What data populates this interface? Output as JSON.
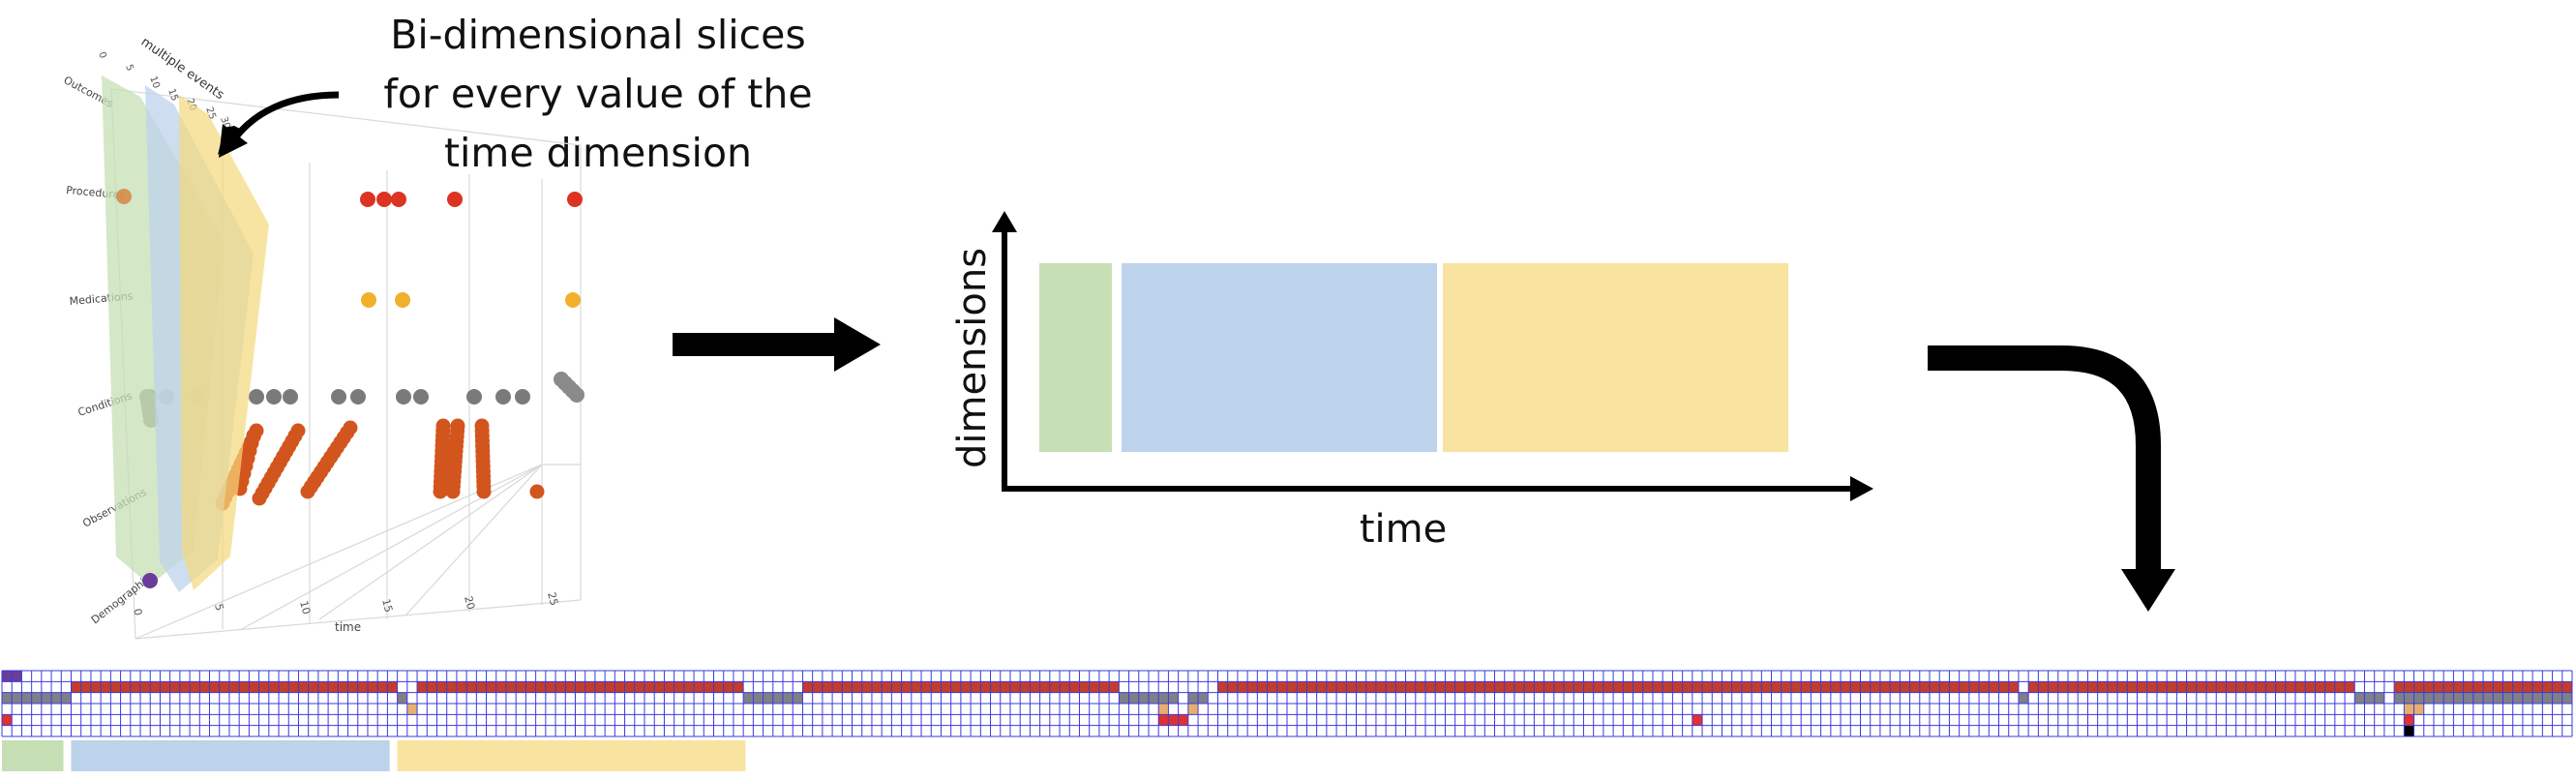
{
  "caption": {
    "lines": [
      "Bi-dimensional slices",
      "for every value of the",
      "time dimension"
    ]
  },
  "plot3d": {
    "title": "multiple events",
    "row_labels": [
      "Outcomes",
      "Procedures",
      "Medications",
      "Conditions",
      "Observations",
      "Demographics"
    ],
    "top_ticks": [
      "0",
      "5",
      "10",
      "15",
      "20",
      "25",
      "30"
    ],
    "bottom_ticks": [
      "0",
      "5",
      "10",
      "15",
      "20",
      "25"
    ],
    "x_axis_title": "time"
  },
  "schematic": {
    "y_label": "dimensions",
    "x_label": "time",
    "blocks": [
      {
        "name": "green",
        "color": "#c6dfb4"
      },
      {
        "name": "blue",
        "color": "#bdd3eb"
      },
      {
        "name": "yellow",
        "color": "#f9e3a0"
      }
    ]
  },
  "matrix": {
    "columns": 260,
    "rows": 6,
    "line_color": "#3b3bdd",
    "category_colors": {
      "demographics": "#6a3d9a",
      "procedure": "#c43c2c",
      "condition": "#7f7f88",
      "medication": "#e7b06a",
      "outcome": "#e03030"
    },
    "row_categories": [
      "demographics",
      "procedure",
      "condition",
      "medication",
      "outcome",
      "empty"
    ],
    "segments": [
      {
        "row": 0,
        "start": 0,
        "end": 1
      },
      {
        "row": 1,
        "start": 7,
        "end": 39
      },
      {
        "row": 1,
        "start": 42,
        "end": 74
      },
      {
        "row": 1,
        "start": 81,
        "end": 112
      },
      {
        "row": 1,
        "start": 123,
        "end": 203
      },
      {
        "row": 1,
        "start": 205,
        "end": 237
      },
      {
        "row": 1,
        "start": 242,
        "end": 259
      },
      {
        "row": 2,
        "start": 0,
        "end": 6
      },
      {
        "row": 2,
        "start": 40,
        "end": 40
      },
      {
        "row": 2,
        "start": 75,
        "end": 80
      },
      {
        "row": 2,
        "start": 113,
        "end": 118
      },
      {
        "row": 2,
        "start": 120,
        "end": 121
      },
      {
        "row": 2,
        "start": 204,
        "end": 204
      },
      {
        "row": 2,
        "start": 238,
        "end": 240
      },
      {
        "row": 2,
        "start": 242,
        "end": 259
      },
      {
        "row": 3,
        "start": 41,
        "end": 41
      },
      {
        "row": 3,
        "start": 117,
        "end": 117
      },
      {
        "row": 3,
        "start": 120,
        "end": 120
      },
      {
        "row": 3,
        "start": 243,
        "end": 244
      },
      {
        "row": 4,
        "start": 0,
        "end": 0
      },
      {
        "row": 4,
        "start": 117,
        "end": 119
      },
      {
        "row": 4,
        "start": 171,
        "end": 171
      },
      {
        "row": 4,
        "start": 243,
        "end": 243
      },
      {
        "row": 5,
        "start": 243,
        "end": 243
      }
    ],
    "bottom_strips": [
      {
        "name": "green",
        "color": "#c6dfb4",
        "col_start": 0,
        "col_end": 6
      },
      {
        "name": "blue",
        "color": "#bdd3eb",
        "col_start": 7,
        "col_end": 39
      },
      {
        "name": "yellow",
        "color": "#f9e3a0",
        "col_start": 40,
        "col_end": 75
      }
    ]
  }
}
